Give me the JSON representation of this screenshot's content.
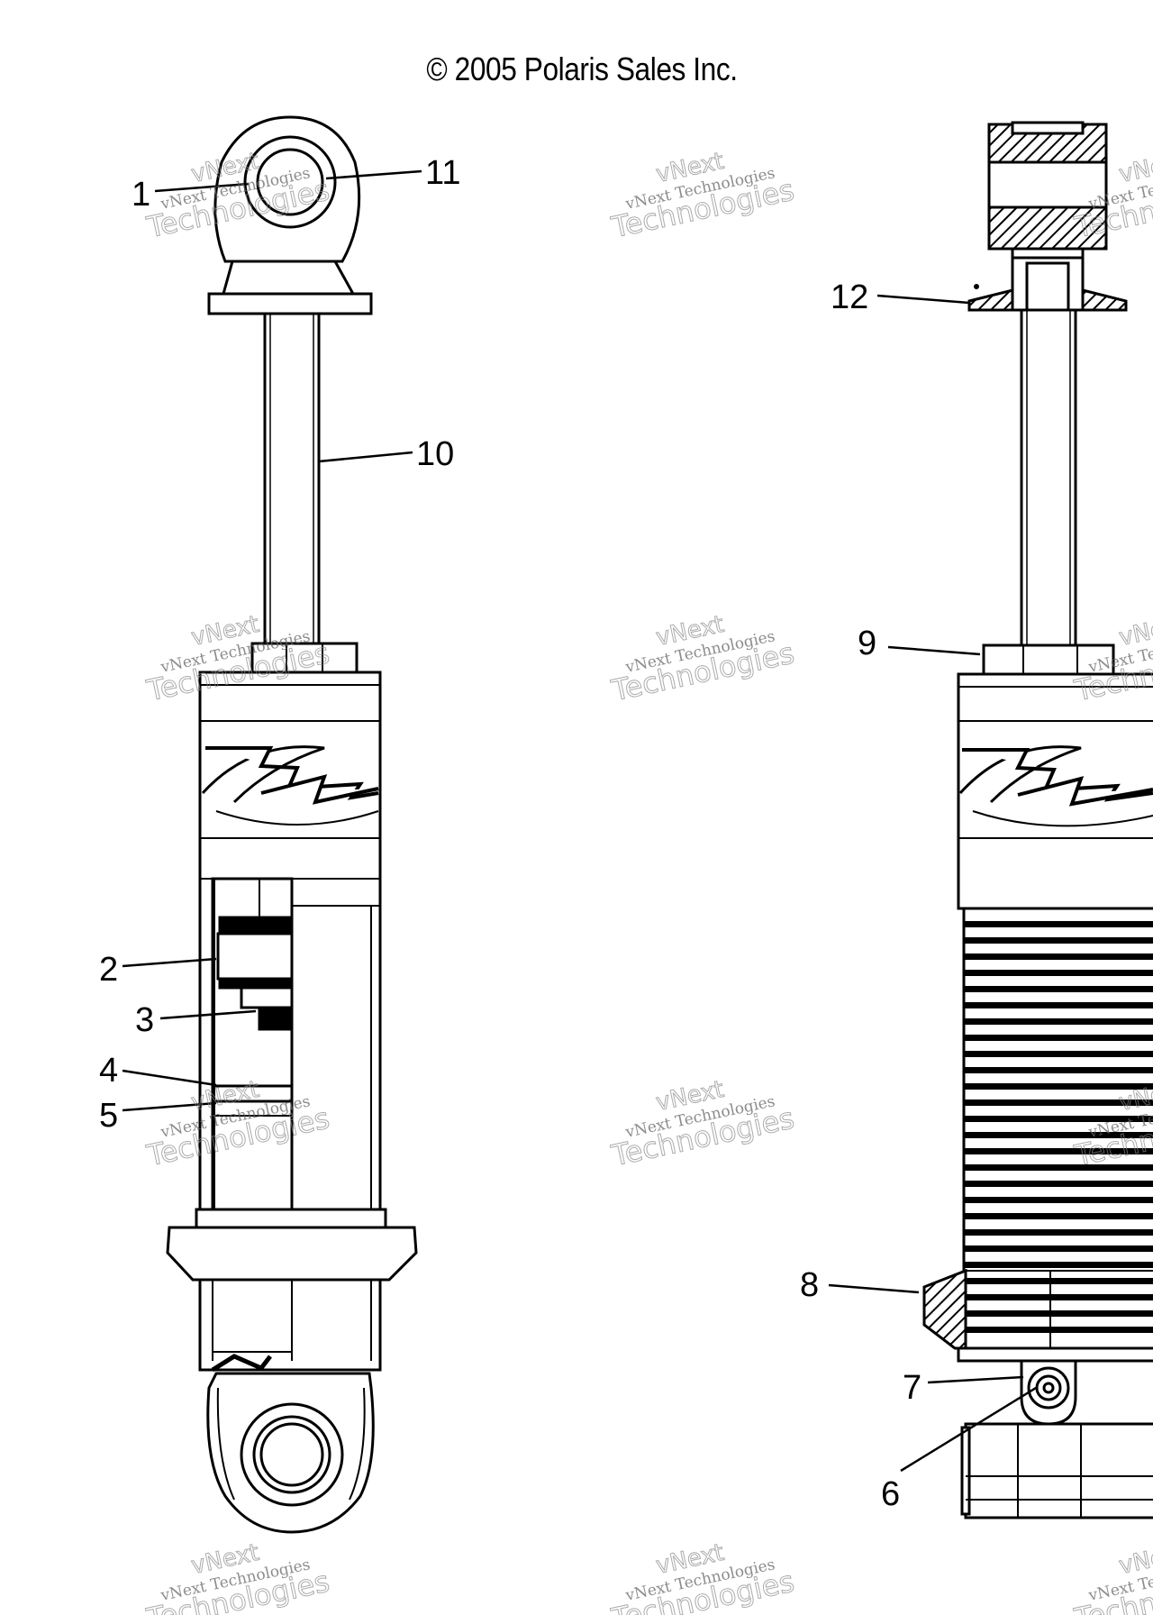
{
  "copyright": "© 2005 Polaris Sales Inc.",
  "callouts": [
    "1",
    "11",
    "10",
    "2",
    "3",
    "4",
    "5",
    "12",
    "9",
    "8",
    "7",
    "6"
  ],
  "watermark": {
    "line1": "vNext Technologies",
    "line2": "Technologies",
    "line3": "vNext"
  },
  "colors": {
    "ink": "#000000",
    "watermark": "#888888",
    "background": "#ffffff"
  }
}
